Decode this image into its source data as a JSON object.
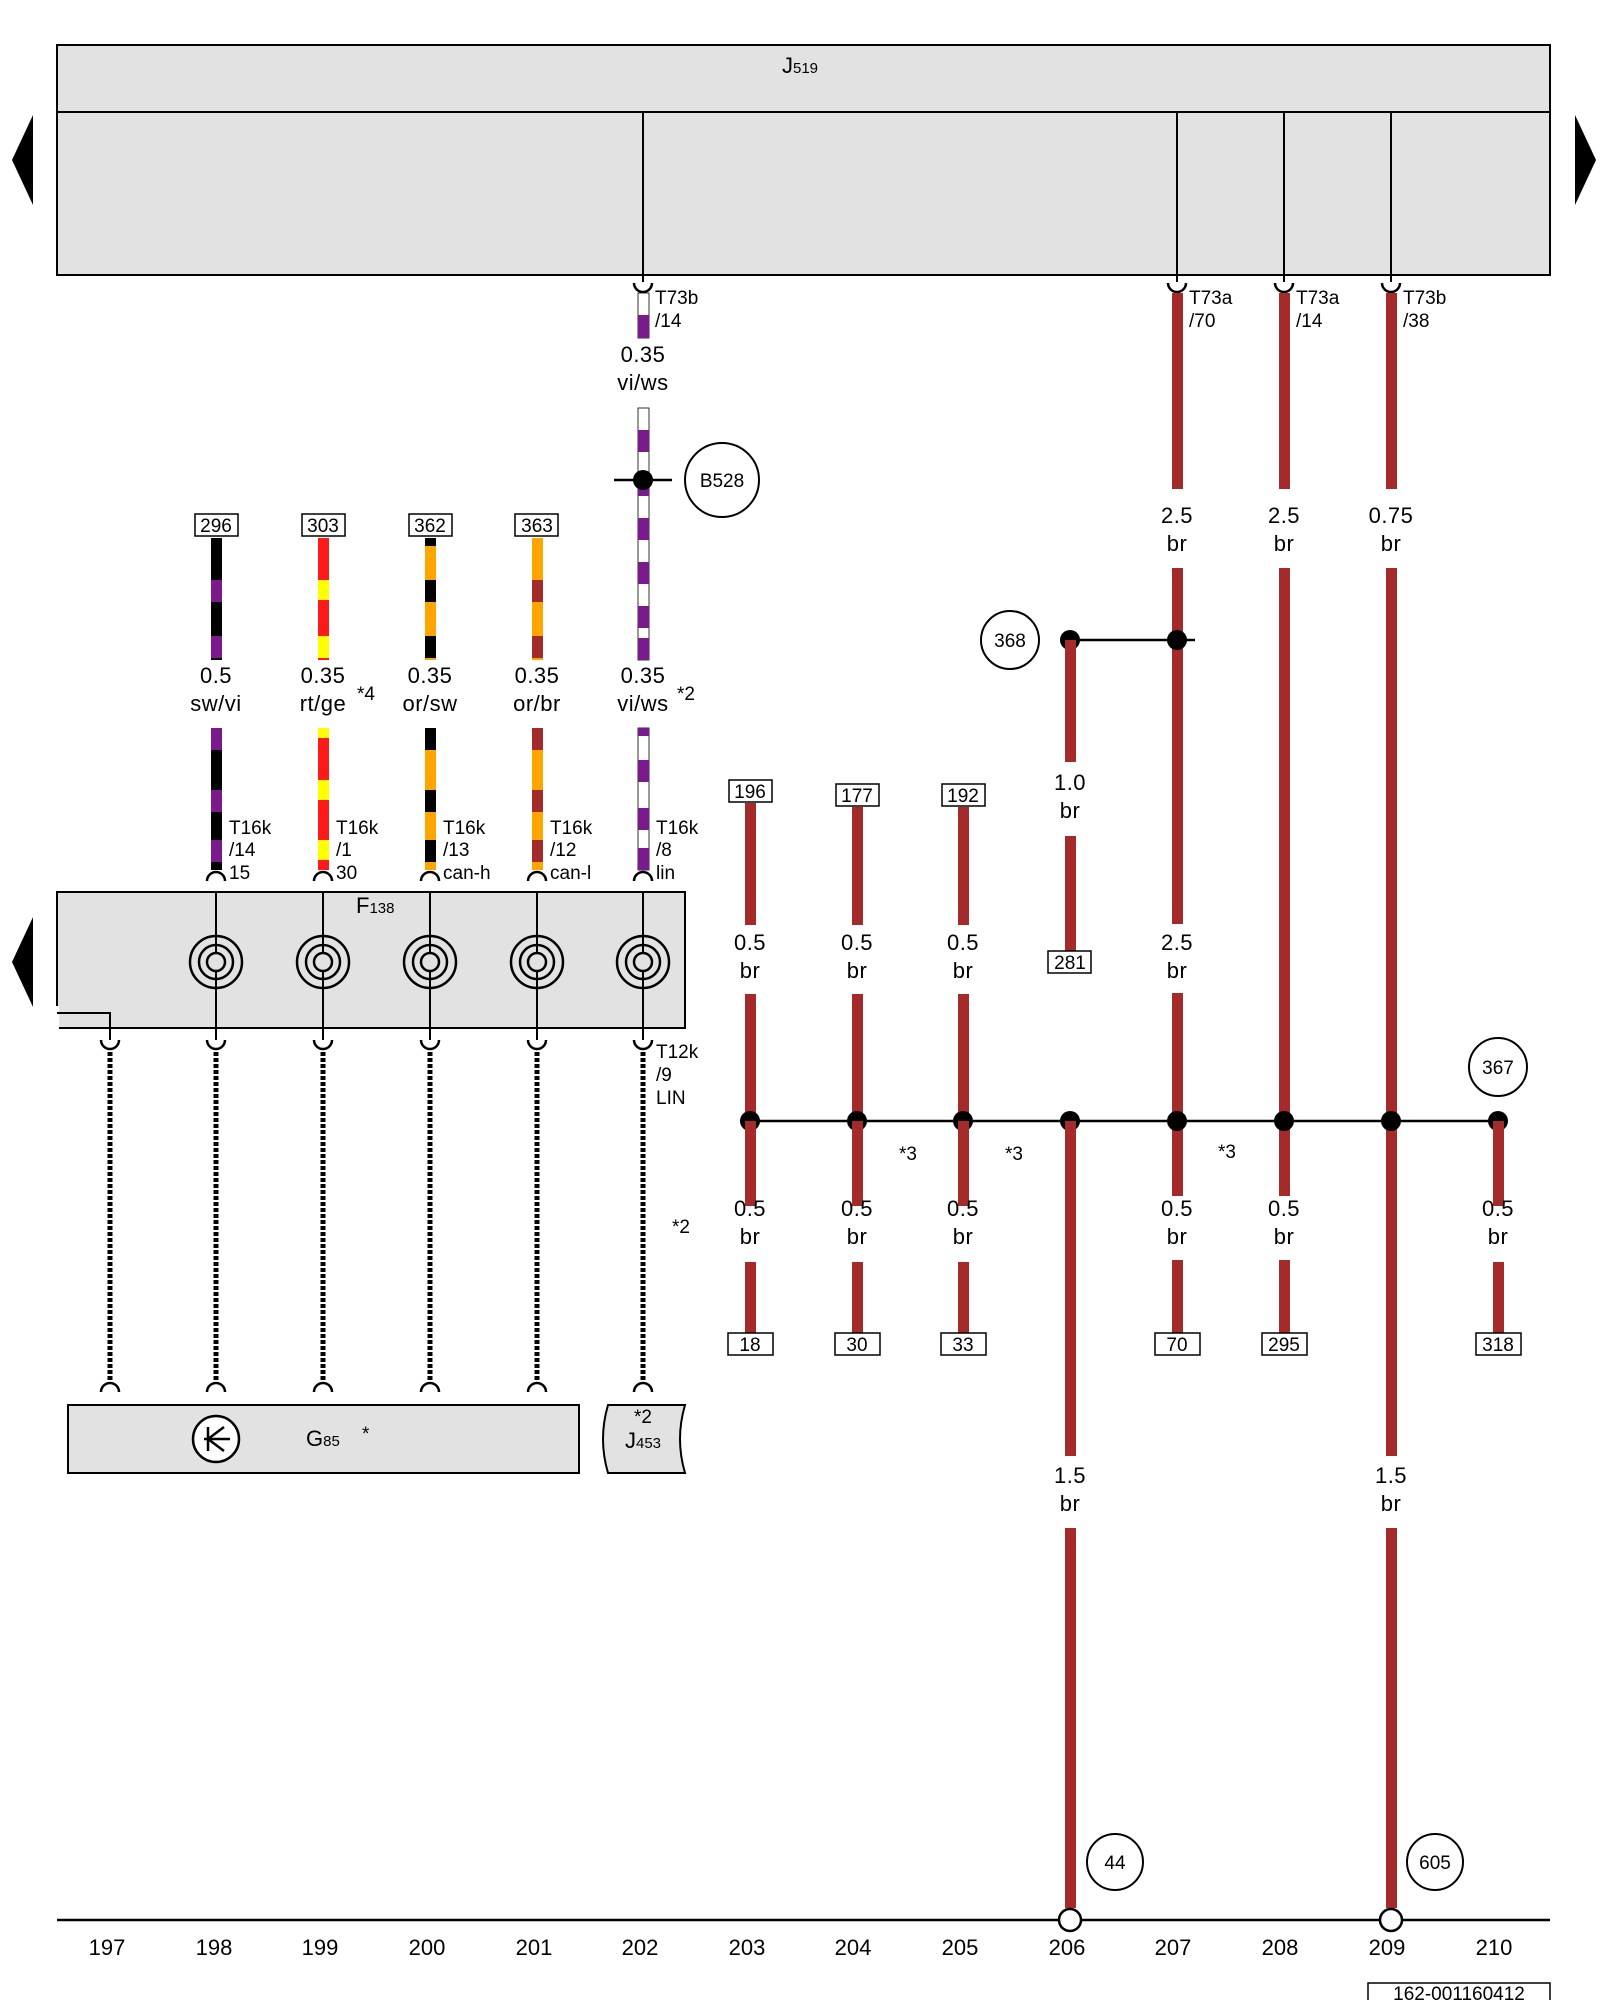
{
  "components": {
    "J519": {
      "letter": "J",
      "number": "519"
    },
    "F138": {
      "letter": "F",
      "number": "138"
    },
    "G85": {
      "letter": "G",
      "number": "85",
      "note": "*"
    },
    "J453": {
      "letter": "J",
      "number": "453",
      "note": "*2"
    }
  },
  "circles": {
    "B528": "B528",
    "n368": "368",
    "n367": "367",
    "n44": "44",
    "n605": "605"
  },
  "top_connectors": [
    {
      "line1": "T73b",
      "line2": "/14"
    },
    {
      "line1": "T73a",
      "line2": "/70"
    },
    {
      "line1": "T73a",
      "line2": "/14"
    },
    {
      "line1": "T73b",
      "line2": "/38"
    }
  ],
  "f138_wires": [
    {
      "ref": "296",
      "gauge": "0.5",
      "color": "sw/vi",
      "note": "",
      "pin1": "T16k",
      "pin2": "/14",
      "pin3": "15"
    },
    {
      "ref": "303",
      "gauge": "0.35",
      "color": "rt/ge",
      "note": "*4",
      "pin1": "T16k",
      "pin2": "/1",
      "pin3": "30"
    },
    {
      "ref": "362",
      "gauge": "0.35",
      "color": "or/sw",
      "note": "",
      "pin1": "T16k",
      "pin2": "/13",
      "pin3": "can-h"
    },
    {
      "ref": "363",
      "gauge": "0.35",
      "color": "or/br",
      "note": "",
      "pin1": "T16k",
      "pin2": "/12",
      "pin3": "can-l"
    },
    {
      "ref": "",
      "gauge": "0.35",
      "color": "vi/ws",
      "note": "*2",
      "pin1": "T16k",
      "pin2": "/8",
      "pin3": "lin"
    }
  ],
  "lin_top": {
    "gauge": "0.35",
    "color": "vi/ws"
  },
  "t12k": {
    "line1": "T12k",
    "line2": "/9",
    "line3": "LIN"
  },
  "upper_right_labels": [
    {
      "gauge": "2.5",
      "color": "br"
    },
    {
      "gauge": "2.5",
      "color": "br"
    },
    {
      "gauge": "0.75",
      "color": "br"
    },
    {
      "gauge": "1.0",
      "color": "br"
    },
    {
      "gauge": "2.5",
      "color": "br"
    }
  ],
  "bus_upper": [
    {
      "ref": "196",
      "gauge": "0.5",
      "color": "br"
    },
    {
      "ref": "177",
      "gauge": "0.5",
      "color": "br"
    },
    {
      "ref": "192",
      "gauge": "0.5",
      "color": "br"
    }
  ],
  "ref_281": "281",
  "bus_lower": [
    {
      "ref": "18",
      "gauge": "0.5",
      "color": "br"
    },
    {
      "ref": "30",
      "gauge": "0.5",
      "color": "br"
    },
    {
      "ref": "33",
      "gauge": "0.5",
      "color": "br"
    },
    {
      "ref": "70",
      "gauge": "0.5",
      "color": "br"
    },
    {
      "ref": "295",
      "gauge": "0.5",
      "color": "br"
    },
    {
      "ref": "318",
      "gauge": "0.5",
      "color": "br"
    }
  ],
  "ground_wires": [
    {
      "gauge": "1.5",
      "color": "br"
    },
    {
      "gauge": "1.5",
      "color": "br"
    }
  ],
  "notes": {
    "n3a": "*3",
    "n3b": "*3",
    "n3c": "*3",
    "n2": "*2"
  },
  "x_axis": [
    "197",
    "198",
    "199",
    "200",
    "201",
    "202",
    "203",
    "204",
    "205",
    "206",
    "207",
    "208",
    "209",
    "210"
  ],
  "doc_id": "162-001160412",
  "wire_colors": {
    "br": "#a52a2a",
    "sw": "#000000",
    "vi": "#7b1a8c",
    "rt": "#ff1a1a",
    "ge": "#ffff00",
    "or": "#ffa500",
    "ws": "#ffffff"
  }
}
